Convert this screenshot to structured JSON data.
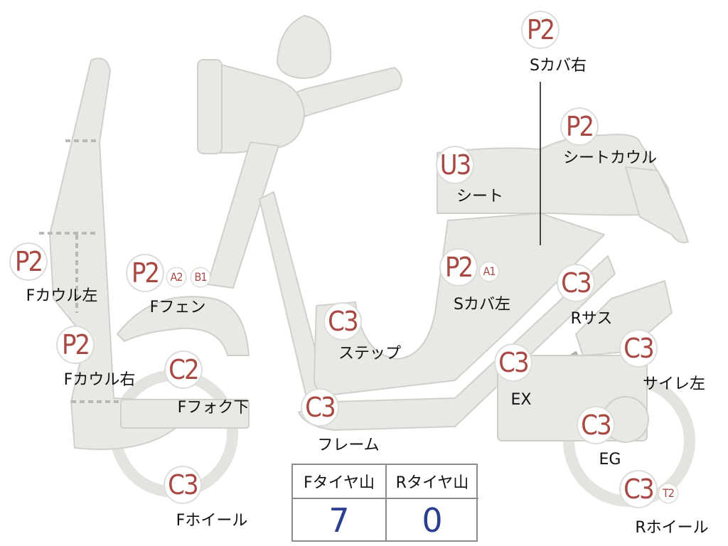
{
  "colors": {
    "body_fill": "#e8e8e5",
    "body_stroke": "#d0d0cb",
    "badge_text": "#a84a44",
    "value_text": "#2b3f8f",
    "table_border": "#8c8c8c"
  },
  "parts": [
    {
      "id": "s-cover-right",
      "grade": "P2",
      "label": "Sカバ右"
    },
    {
      "id": "seat-cowl",
      "grade": "P2",
      "label": "シートカウル"
    },
    {
      "id": "seat",
      "grade": "U3",
      "label": "シート"
    },
    {
      "id": "f-cowl-left",
      "grade": "P2",
      "label": "Fカウル左"
    },
    {
      "id": "f-fender",
      "grade": "P2",
      "extra": [
        "A2",
        "B1"
      ],
      "label": "Fフェン"
    },
    {
      "id": "s-cover-left",
      "grade": "P2",
      "extra": [
        "A1"
      ],
      "label": "Sカバ左"
    },
    {
      "id": "r-suspension",
      "grade": "C3",
      "label": "Rサス"
    },
    {
      "id": "step",
      "grade": "C3",
      "label": "ステップ"
    },
    {
      "id": "f-cowl-right",
      "grade": "P2",
      "label": "Fカウル右"
    },
    {
      "id": "f-fork-lower",
      "grade": "C2",
      "label": "Fフォク下"
    },
    {
      "id": "exhaust",
      "grade": "C3",
      "label": "EX"
    },
    {
      "id": "silencer-left",
      "grade": "C3",
      "label": "サイレ左"
    },
    {
      "id": "frame",
      "grade": "C3",
      "label": "フレーム"
    },
    {
      "id": "engine",
      "grade": "C3",
      "label": "EG"
    },
    {
      "id": "f-wheel",
      "grade": "C3",
      "label": "Fホイール"
    },
    {
      "id": "r-wheel",
      "grade": "C3",
      "extra": [
        "T2"
      ],
      "label": "Rホイール"
    }
  ],
  "tire_table": {
    "front_header": "Fタイヤ山",
    "rear_header": "Rタイヤ山",
    "front_value": "7",
    "rear_value": "0"
  }
}
